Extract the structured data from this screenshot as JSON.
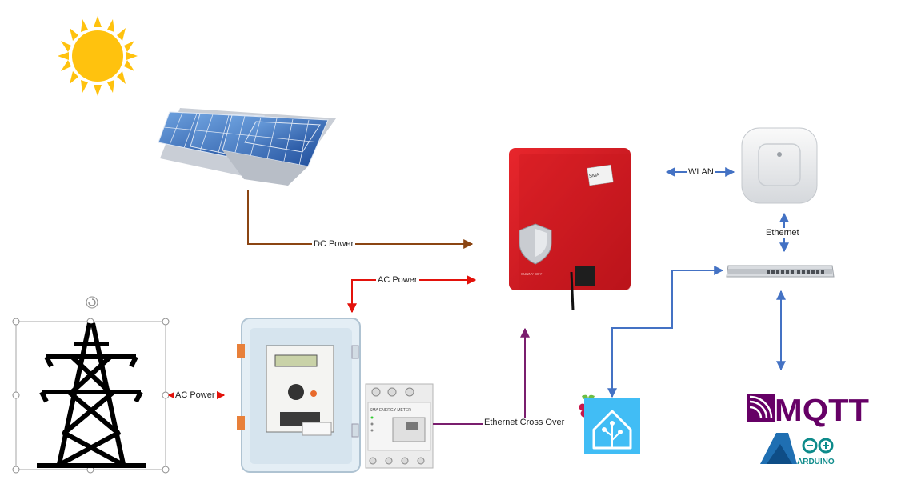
{
  "labels": {
    "dc_power": "DC Power",
    "ac_power_top": "AC Power",
    "ac_power_left": "AC Power",
    "ethernet_cross_over": "Ethernet Cross Over",
    "wlan": "WLAN",
    "ethernet": "Ethernet"
  },
  "devices": {
    "inverter_brand": "SMA",
    "inverter_model": "SUNNY BOY",
    "energy_meter_label": "SMA ENERGY METER"
  },
  "logos": {
    "mqtt": "MQTT",
    "arduino": "ARDUINO"
  },
  "colors": {
    "dc_line": "#8B4513",
    "ac_line": "#E3120B",
    "ethernet_line": "#7A1E6E",
    "network_line": "#4472C4",
    "inverter_red": "#D71920",
    "sun_yellow": "#FFC20E",
    "mqtt_purple": "#660066",
    "arduino_blue": "#1F6FB2",
    "home_assistant_blue": "#41BDF5"
  }
}
